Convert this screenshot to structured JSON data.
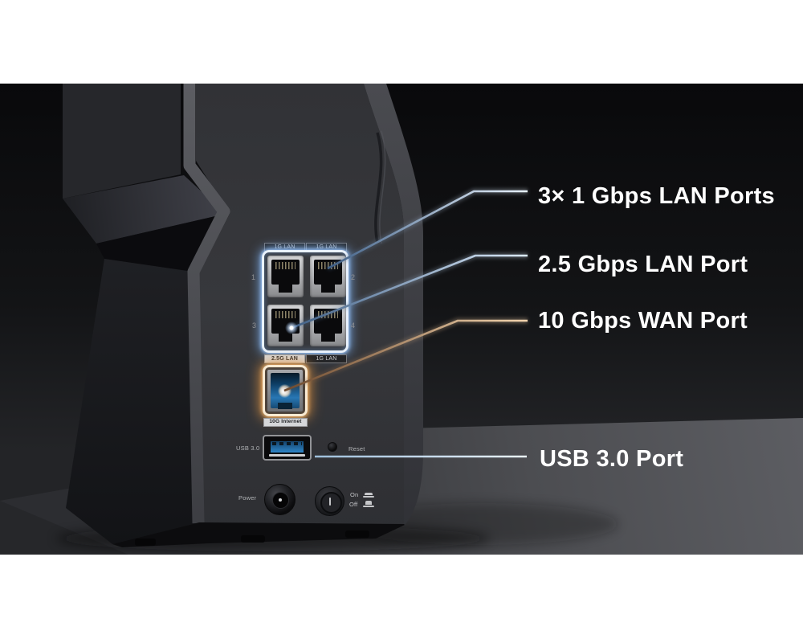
{
  "callouts": {
    "lan": {
      "label": "3× 1 Gbps LAN Ports"
    },
    "lan25": {
      "label": "2.5 Gbps LAN Port"
    },
    "wan": {
      "label": "10 Gbps WAN Port"
    },
    "usb": {
      "label": "USB 3.0 Port"
    }
  },
  "rear_panel": {
    "port_labels_top": [
      "1G LAN",
      "1G LAN"
    ],
    "port_labels_bottom": [
      "2.5G LAN",
      "1G LAN"
    ],
    "port_numbers": [
      "1",
      "2",
      "3",
      "4"
    ],
    "wan_port_label": "10G Internet",
    "usb_port_label": "USB 3.0",
    "reset_label": "Reset",
    "power_label": "Power",
    "power_on_label": "On",
    "power_off_label": "Off"
  },
  "colors": {
    "callout_text": "#ffffff",
    "lan_line_blue": "#d6e8fa",
    "wan_line_orange": "#f2d4ae",
    "usb_line_blue": "#eaf3fb",
    "lan_glow": "#7fb3ea",
    "wan_glow": "#e9963f",
    "wan_port_blue": "#2877b4",
    "usb_port_blue": "#2f85c8"
  }
}
